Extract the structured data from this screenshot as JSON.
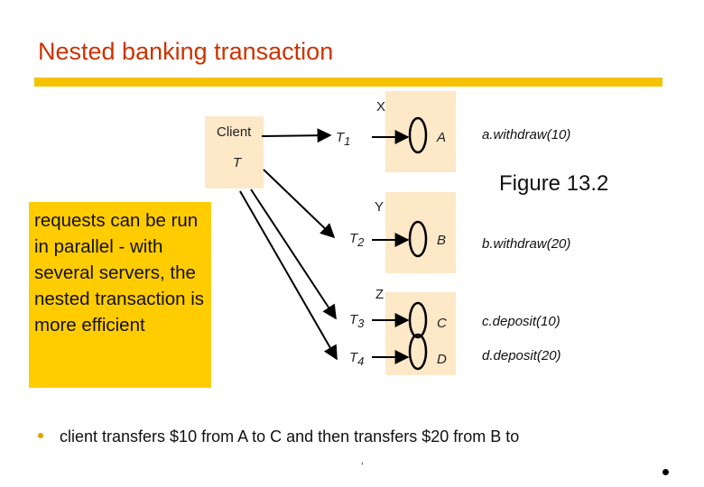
{
  "title": "Nested banking transaction",
  "note": "requests can be run in parallel - with several servers, the nested transaction is more efficient",
  "figure_label": "Figure 13.2",
  "client": {
    "label": "Client",
    "transaction": "T"
  },
  "subtransactions": [
    {
      "main": "T",
      "sub": "1"
    },
    {
      "main": "T",
      "sub": "2"
    },
    {
      "main": "T",
      "sub": "3"
    },
    {
      "main": "T",
      "sub": "4"
    }
  ],
  "servers": {
    "x": "X",
    "y": "Y",
    "z": "Z"
  },
  "accounts": [
    "A",
    "B",
    "C",
    "D"
  ],
  "operations": [
    "a.withdraw(10)",
    "b.withdraw(20)",
    "c.deposit(10)",
    "d.deposit(20)"
  ],
  "bullet": "client transfers $10 from A to C and then transfers $20 from B to",
  "footer_mark": "‘",
  "colors": {
    "title": "#cc3300",
    "bar": "#f5c200",
    "note_bg": "#ffcc00",
    "panel_bg": "#fde8c8"
  }
}
